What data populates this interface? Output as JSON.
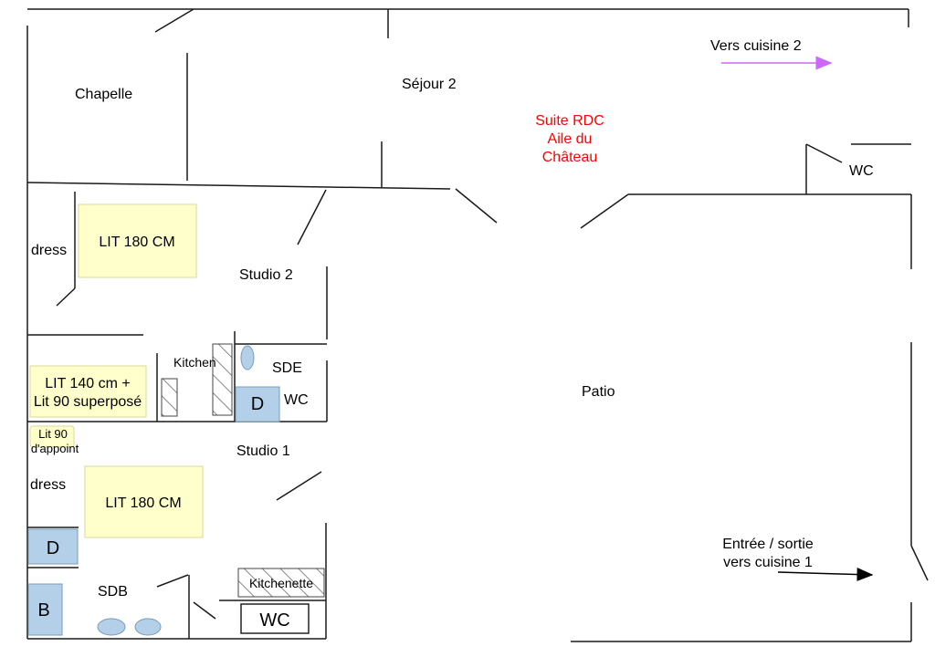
{
  "rooms": {
    "chapelle": "Chapelle",
    "sejour2": "Séjour 2",
    "vers_cuisine2": "Vers cuisine 2",
    "suite_line1": "Suite RDC",
    "suite_line2": "Aile du",
    "suite_line3": "Château",
    "wc_top": "WC",
    "dress_top": "dress",
    "studio2": "Studio 2",
    "kitchen": "Kitchen",
    "sde": "SDE",
    "wc_studio2": "WC",
    "patio": "Patio",
    "studio1": "Studio 1",
    "dress_bottom": "dress",
    "sdb": "SDB",
    "kitchenette": "Kitchenette",
    "wc_bottom": "WC",
    "entree_line1": "Entrée / sortie",
    "entree_line2": "vers cuisine 1"
  },
  "beds": {
    "lit180_top": "LIT 180 CM",
    "lit140_line1": "LIT 140 cm +",
    "lit140_line2": "Lit 90 superposé",
    "lit90_line1": "Lit 90",
    "lit90_line2": "d'appoint",
    "lit180_bottom": "LIT 180 CM"
  },
  "fixtures": {
    "shower_studio2": "D",
    "shower_studio1": "D",
    "bath": "B"
  },
  "colors": {
    "bed": "#ffffcc",
    "bed_border": "#d9d99a",
    "fixture": "#b4d0e8",
    "suite_label": "#ff0000",
    "arrow_violet": "#cc66ff"
  }
}
